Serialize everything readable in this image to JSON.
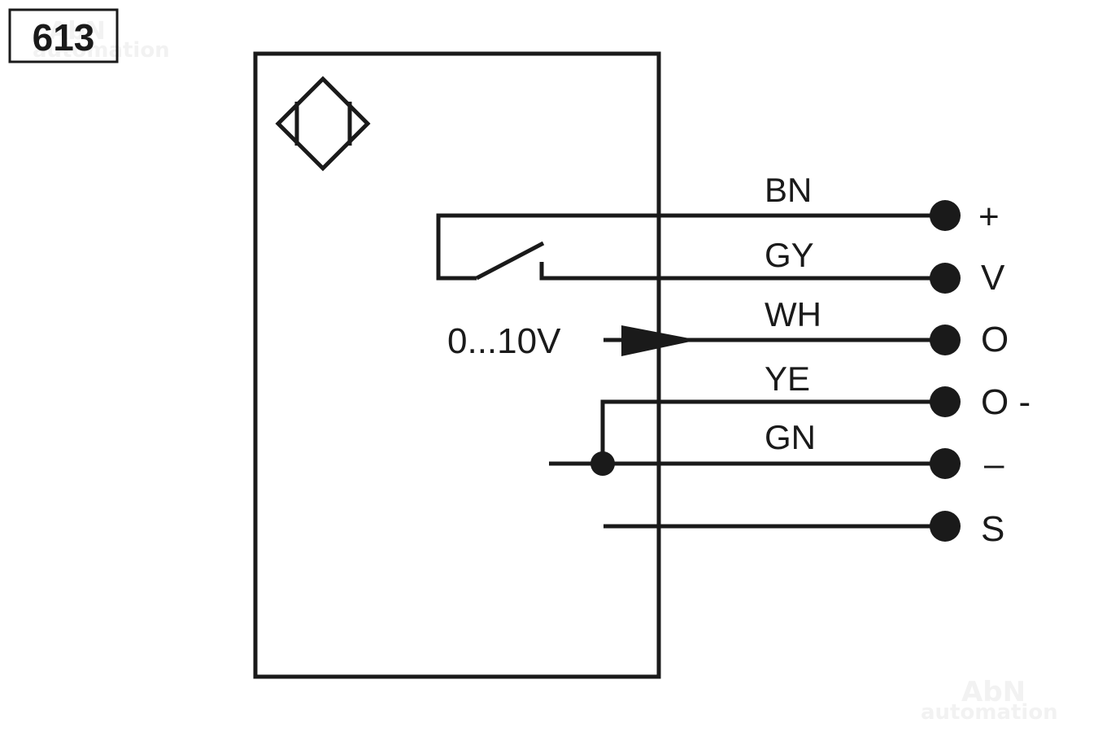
{
  "figure_number": "613",
  "watermark": {
    "line1": "AbN",
    "line2": "automation"
  },
  "signal_label": "0...10V",
  "wires": [
    {
      "color_code": "BN",
      "terminal": "+"
    },
    {
      "color_code": "GY",
      "terminal": "V"
    },
    {
      "color_code": "WH",
      "terminal": "O"
    },
    {
      "color_code": "YE",
      "terminal": "O -"
    },
    {
      "color_code": "GN",
      "terminal": "–"
    },
    {
      "color_code": "",
      "terminal": "S"
    }
  ],
  "colors": {
    "line": "#1a1a1a",
    "background": "#ffffff",
    "watermark": "#f2f2f2"
  }
}
